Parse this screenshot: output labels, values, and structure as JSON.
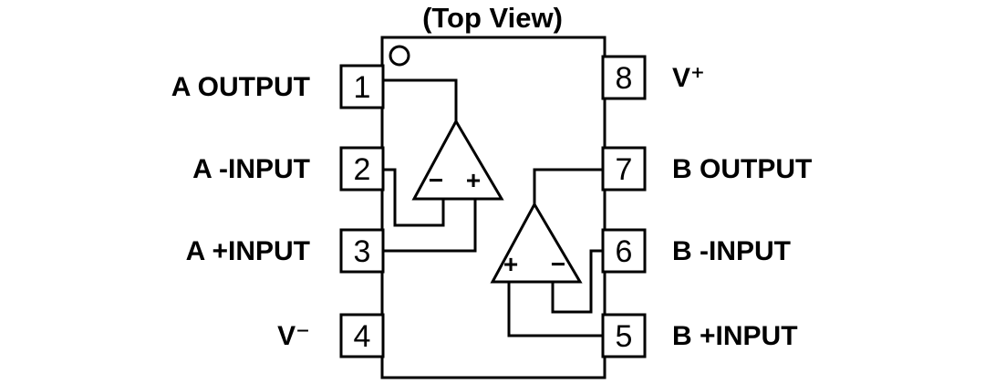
{
  "title": "(Top View)",
  "colors": {
    "line": "#000000",
    "background": "#ffffff"
  },
  "pins": {
    "left": [
      {
        "number": "1",
        "label": "A OUTPUT"
      },
      {
        "number": "2",
        "label": "A -INPUT"
      },
      {
        "number": "3",
        "label": "A +INPUT"
      },
      {
        "number": "4",
        "label": "V⁻"
      }
    ],
    "right": [
      {
        "number": "8",
        "label": "V⁺"
      },
      {
        "number": "7",
        "label": "B OUTPUT"
      },
      {
        "number": "6",
        "label": "B -INPUT"
      },
      {
        "number": "5",
        "label": "B +INPUT"
      }
    ]
  },
  "opamp_a": {
    "minus_label": "−",
    "plus_label": "+"
  },
  "opamp_b": {
    "plus_label": "+",
    "minus_label": "−"
  }
}
